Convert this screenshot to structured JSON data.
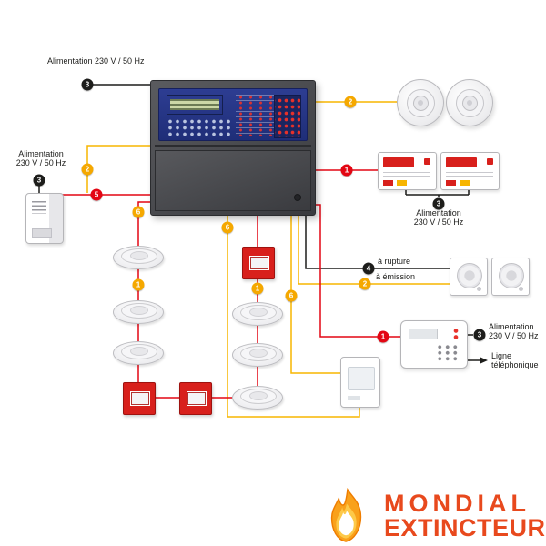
{
  "labels": {
    "power_top": "Alimentation 230 V / 50 Hz",
    "power_left": [
      "Alimentation",
      "230 V / 50 Hz"
    ],
    "power_repeaters": [
      "Alimentation",
      "230 V / 50 Hz"
    ],
    "power_transmitter": [
      "Alimentation",
      "230 V / 50 Hz"
    ],
    "speaker_line_rupture": "à rupture",
    "speaker_line_emission": "à émission",
    "phone_line": [
      "Ligne",
      "téléphonique"
    ]
  },
  "markers": [
    {
      "value": "3",
      "color": "#1d1d1b"
    },
    {
      "value": "2",
      "color": "#f5a800"
    },
    {
      "value": "3",
      "color": "#1d1d1b"
    },
    {
      "value": "5",
      "color": "#e30613"
    },
    {
      "value": "2",
      "color": "#f5a800"
    },
    {
      "value": "1",
      "color": "#e30613"
    },
    {
      "value": "3",
      "color": "#1d1d1b"
    },
    {
      "value": "4",
      "color": "#1d1d1b"
    },
    {
      "value": "2",
      "color": "#f5a800"
    },
    {
      "value": "1",
      "color": "#e30613"
    },
    {
      "value": "3",
      "color": "#1d1d1b"
    },
    {
      "value": "6",
      "color": "#f5a800"
    },
    {
      "value": "6",
      "color": "#f5a800"
    },
    {
      "value": "6",
      "color": "#f5a800"
    },
    {
      "value": "1",
      "color": "#f5a800"
    },
    {
      "value": "1",
      "color": "#f5a800"
    }
  ],
  "logo": {
    "line1": "MONDIAL",
    "line2": "EXTINCTEUR"
  },
  "colors": {
    "wire_red": "#e30613",
    "wire_yellow": "#f7b500",
    "wire_black": "#1d1d1b",
    "callpoint_red": "#d8201c",
    "panel_blue": "#2d3d92",
    "led_red": "#e8312a",
    "logo_text": "#e8491d",
    "flame_outer": "#f9a11b",
    "flame_mid": "#fdc949",
    "flame_core": "#ffffff"
  },
  "devices": {
    "control_panel": "fire-alarm-control-panel",
    "power_supply": "power-supply-unit",
    "sirens": "alarm-sounder",
    "repeaters": "repeater-panel",
    "speakers": "voice-alarm-speaker",
    "transmitter": "telephone-transmitter",
    "module": "interface-module",
    "smoke_detector": "smoke-detector",
    "call_point": "manual-call-point"
  }
}
